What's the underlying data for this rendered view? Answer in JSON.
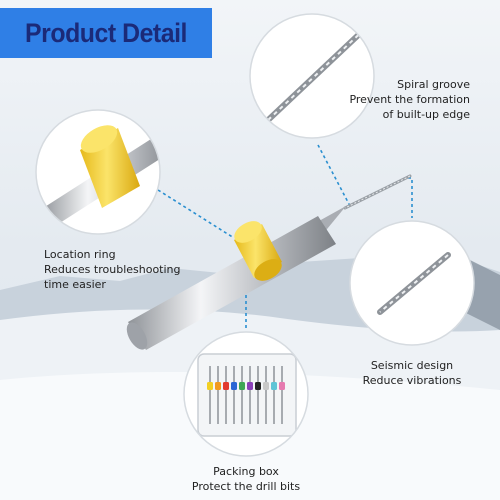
{
  "banner": {
    "title": "Product Detail"
  },
  "callouts": {
    "spiral": {
      "line1": "Spiral groove",
      "line2": "Prevent the formation",
      "line3": "of built-up edge",
      "icon": "drill-tip-icon"
    },
    "location": {
      "line1": "Location ring",
      "line2": "Reduces troubleshooting",
      "line3": "time easier",
      "icon": "location-ring-icon"
    },
    "seismic": {
      "line1": "Seismic design",
      "line2": "Reduce vibrations",
      "icon": "drill-flute-icon"
    },
    "packing": {
      "line1": "Packing box",
      "line2": "Protect the drill bits",
      "icon": "packing-box-icon"
    }
  },
  "colors": {
    "banner_bg": "#2f7fe6",
    "banner_text": "#1b2a78",
    "leader_line": "#2a8fd0",
    "ring": "#f5d23c",
    "shank": "#b9bcc2",
    "sky": "#e8eef4",
    "snow": "#f4f7fa"
  },
  "drill_bits_in_box": [
    "#f2d023",
    "#f29a1f",
    "#e23a2e",
    "#2b66d4",
    "#3ea655",
    "#8a3fb8",
    "#222222",
    "#c8c8c8",
    "#5fc4d6",
    "#e67ab0"
  ]
}
